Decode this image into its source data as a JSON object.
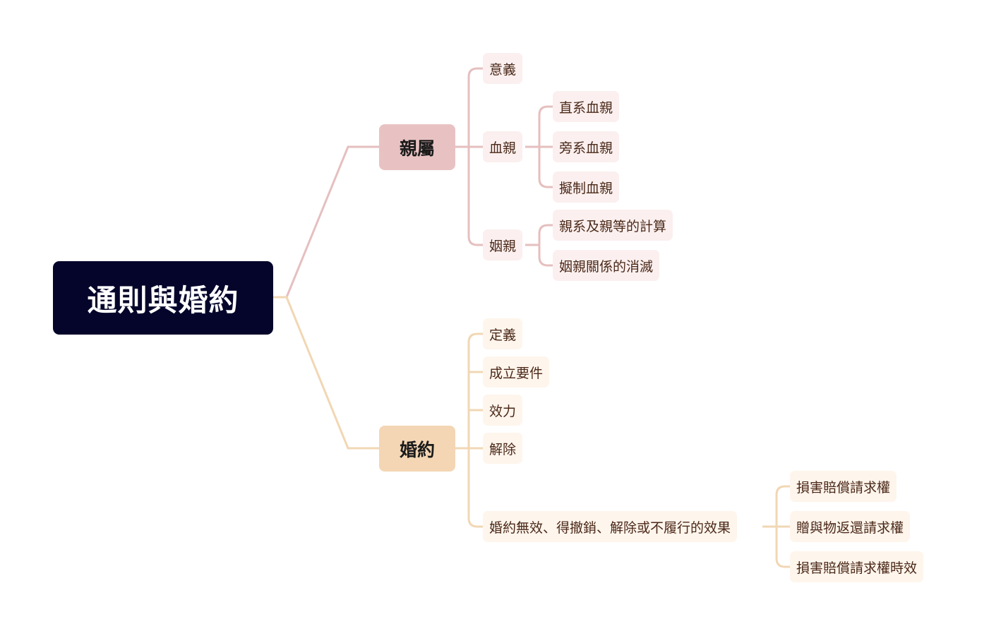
{
  "root": {
    "label": "通則與婚約"
  },
  "branches": [
    {
      "label": "親屬",
      "color": "#e8c2c2",
      "line_color": "#e6bfbf",
      "children": [
        {
          "label": "意義"
        },
        {
          "label": "血親",
          "children": [
            {
              "label": "直系血親"
            },
            {
              "label": "旁系血親"
            },
            {
              "label": "擬制血親"
            }
          ]
        },
        {
          "label": "姻親",
          "children": [
            {
              "label": "親系及親等的計算"
            },
            {
              "label": "姻親關係的消滅"
            }
          ]
        }
      ]
    },
    {
      "label": "婚約",
      "color": "#f4d6b4",
      "line_color": "#f1d7b4",
      "children": [
        {
          "label": "定義"
        },
        {
          "label": "成立要件"
        },
        {
          "label": "效力"
        },
        {
          "label": "解除"
        },
        {
          "label": "婚約無效、得撤銷、解除或不履行的效果",
          "children": [
            {
              "label": "損害賠償請求權"
            },
            {
              "label": "贈與物返還請求權"
            },
            {
              "label": "損害賠償請求權時效"
            }
          ]
        }
      ]
    }
  ]
}
